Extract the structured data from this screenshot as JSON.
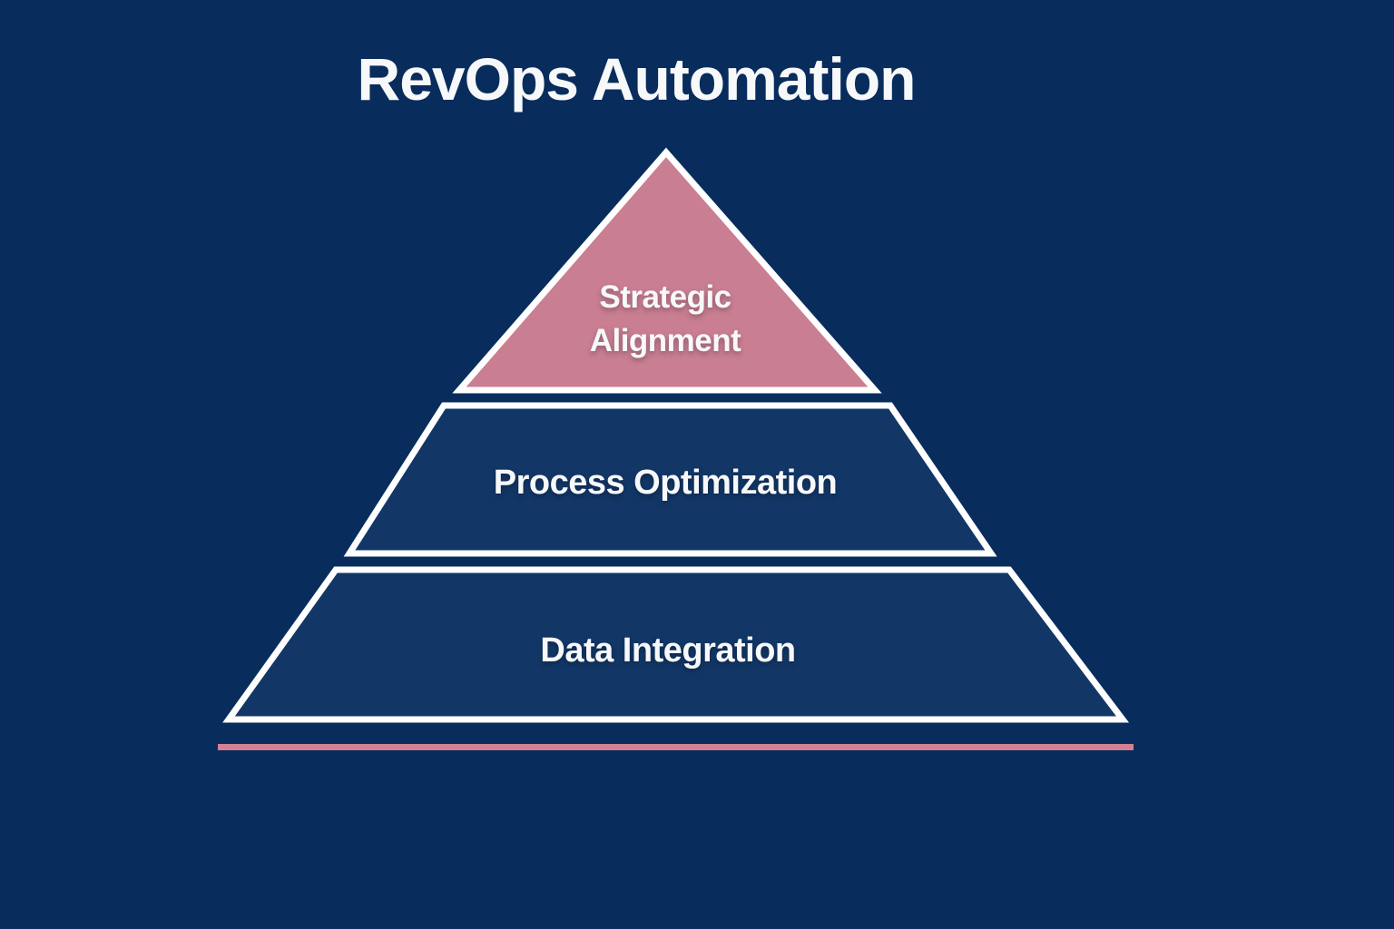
{
  "title": "RevOps Automation",
  "colors": {
    "background": "#082c5c",
    "tier_navy_fill": "#123767",
    "tier_pink_fill": "#c97e92",
    "accent_line_pink": "#d28093",
    "border_white": "#ffffff",
    "text_white": "#f7f8fa"
  },
  "pyramid": {
    "tiers": [
      {
        "lines": [
          "Strategic",
          "Alignment"
        ],
        "label": "Strategic Alignment"
      },
      {
        "label": "Process Optimization"
      },
      {
        "label": "Data Integration"
      }
    ]
  }
}
